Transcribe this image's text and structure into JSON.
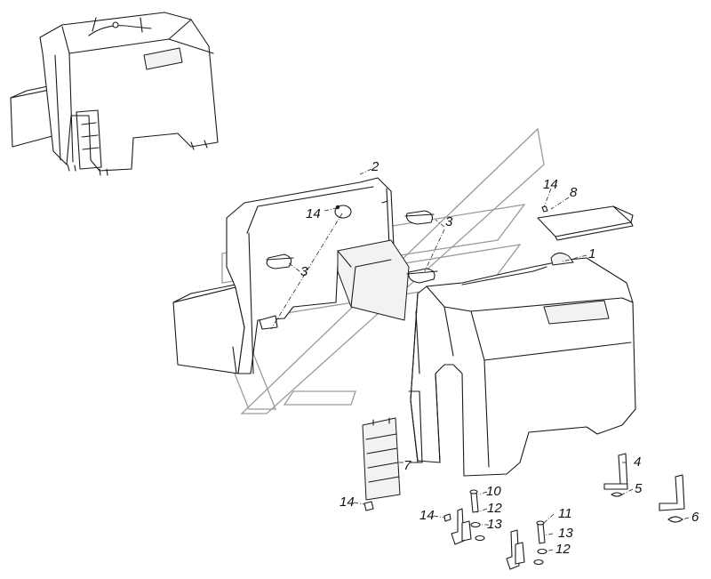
{
  "diagram": {
    "callouts": [
      {
        "id": "c1",
        "text": "1"
      },
      {
        "id": "c2",
        "text": "2"
      },
      {
        "id": "c3a",
        "text": "3"
      },
      {
        "id": "c3b",
        "text": "3"
      },
      {
        "id": "c4",
        "text": "4"
      },
      {
        "id": "c5",
        "text": "5"
      },
      {
        "id": "c6",
        "text": "6"
      },
      {
        "id": "c7",
        "text": "7"
      },
      {
        "id": "c8",
        "text": "8"
      },
      {
        "id": "c10",
        "text": "10"
      },
      {
        "id": "c11",
        "text": "11"
      },
      {
        "id": "c12a",
        "text": "12"
      },
      {
        "id": "c12b",
        "text": "12"
      },
      {
        "id": "c13a",
        "text": "13"
      },
      {
        "id": "c13b",
        "text": "13"
      },
      {
        "id": "c14a",
        "text": "14"
      },
      {
        "id": "c14b",
        "text": "14"
      },
      {
        "id": "c14c",
        "text": "14"
      },
      {
        "id": "c14d",
        "text": "14"
      }
    ]
  }
}
